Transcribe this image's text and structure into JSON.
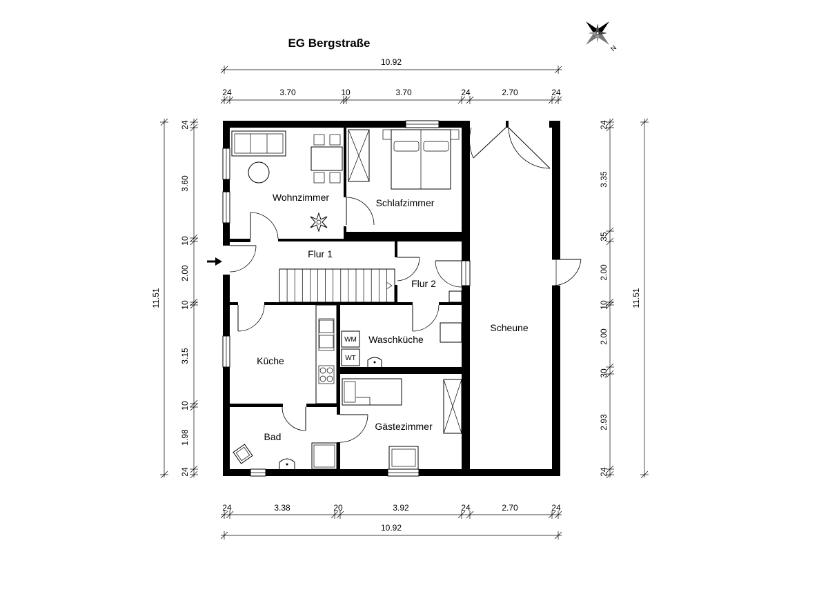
{
  "title": "EG Bergstraße",
  "compass": {
    "label": "N"
  },
  "dimensions": {
    "top_overall": "10.92",
    "top_segments": [
      "24",
      "3.70",
      "10",
      "3.70",
      "24",
      "2.70",
      "24"
    ],
    "bottom_segments": [
      "24",
      "3.38",
      "20",
      "3.92",
      "24",
      "2.70",
      "24"
    ],
    "bottom_overall": "10.92",
    "left_overall": "11.51",
    "left_segments": [
      "24",
      "3.60",
      "10",
      "2.00",
      "10",
      "3.15",
      "10",
      "1.98",
      "24"
    ],
    "right_overall": "11.51",
    "right_segments": [
      "24",
      "3.35",
      "35",
      "2.00",
      "10",
      "2.00",
      "30",
      "2.93",
      "24"
    ]
  },
  "rooms": {
    "wohnzimmer": "Wohnzimmer",
    "schlafzimmer": "Schlafzimmer",
    "flur1": "Flur 1",
    "flur2": "Flur 2",
    "scheune": "Scheune",
    "kueche": "Küche",
    "waschkueche": "Waschküche",
    "bad": "Bad",
    "gaestezimmer": "Gästezimmer"
  },
  "appliances": {
    "wm": "WM",
    "wt": "WT"
  },
  "icons": {
    "compass": "compass-icon",
    "entrance_arrow": "entrance-arrow-icon"
  }
}
